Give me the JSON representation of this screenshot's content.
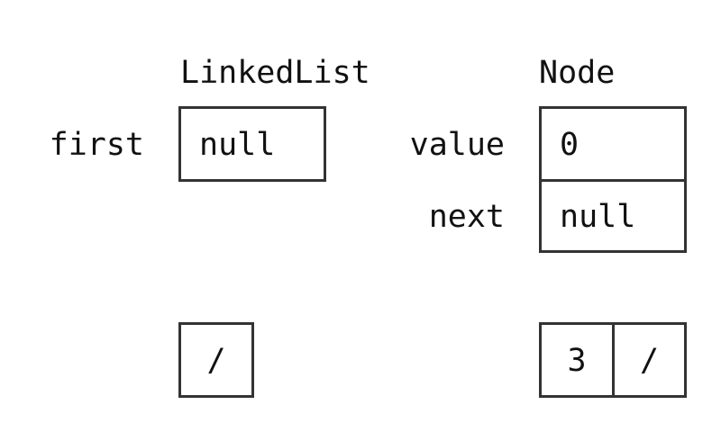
{
  "linked_list": {
    "title": "LinkedList",
    "fields": [
      {
        "label": "first",
        "value": "null"
      }
    ]
  },
  "node": {
    "title": "Node",
    "fields": [
      {
        "label": "value",
        "value": "0"
      },
      {
        "label": "next",
        "value": "null"
      }
    ]
  },
  "compact": {
    "empty_list": "/",
    "node_value": "3",
    "node_next": "/"
  }
}
